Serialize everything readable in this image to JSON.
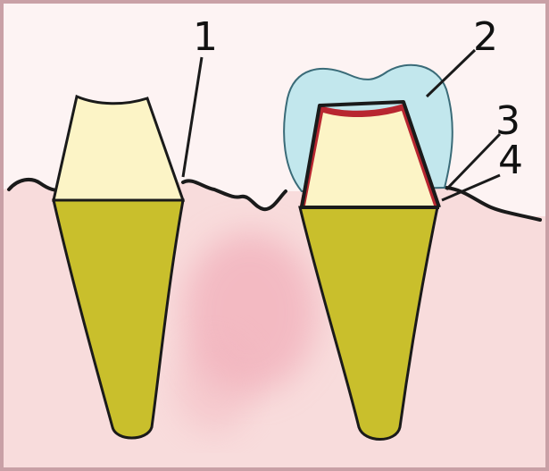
{
  "labels": [
    {
      "id": "1",
      "text": "1"
    },
    {
      "id": "2",
      "text": "2"
    },
    {
      "id": "3",
      "text": "3"
    },
    {
      "id": "4",
      "text": "4"
    }
  ],
  "colors": {
    "gum": "#f8dede",
    "gum_blush": "#f0b8c0",
    "root": "#c7bd2b",
    "crown_stump": "#fbf3c4",
    "cap": "#bfe6ec",
    "cement_line": "#b0202a",
    "outline": "#1a1a1a",
    "frame": "#b88a92"
  }
}
